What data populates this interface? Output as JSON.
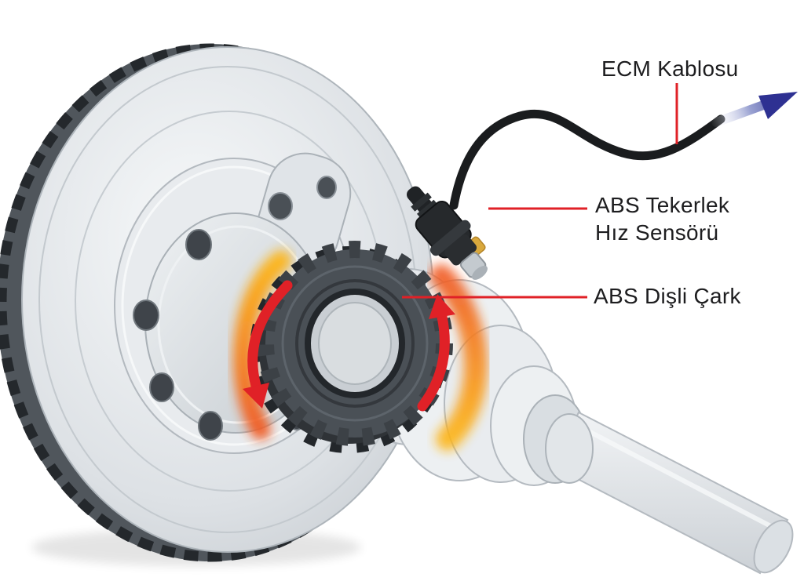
{
  "labels": {
    "ecm_cable": "ECM Kablosu",
    "abs_sensor": {
      "line1": "ABS Tekerlek",
      "line2": "Hız Sensörü"
    },
    "tone_ring": "ABS Dişli Çark"
  },
  "colors": {
    "background": "#ffffff",
    "callout_red": "#e02127",
    "rotation_arrow_red": "#e02127",
    "ecm_arrow_blue": "#2e3192",
    "glow_orange": "#f26522",
    "glow_yellow": "#fdb515",
    "text": "#1d1d1f"
  }
}
